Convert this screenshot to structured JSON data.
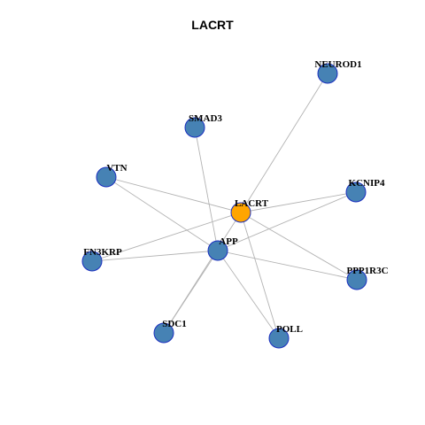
{
  "title": "LACRT",
  "colors": {
    "hub_fill": "#ffa500",
    "node_fill": "#4682b4",
    "node_stroke": "#1a2fbf",
    "edge": "#b3b3b3"
  },
  "graph": {
    "hub": "LACRT",
    "nodes": [
      {
        "id": "NEUROD1",
        "label": "NEUROD1",
        "type": "neighbor"
      },
      {
        "id": "SMAD3",
        "label": "SMAD3",
        "type": "neighbor"
      },
      {
        "id": "VTN",
        "label": "VTN",
        "type": "neighbor"
      },
      {
        "id": "KCNIP4",
        "label": "KCNIP4",
        "type": "neighbor"
      },
      {
        "id": "LACRT",
        "label": "LACRT",
        "type": "hub"
      },
      {
        "id": "APP",
        "label": "APP",
        "type": "neighbor"
      },
      {
        "id": "FN3KRP",
        "label": "FN3KRP",
        "type": "neighbor"
      },
      {
        "id": "PPP1R3C",
        "label": "PPP1R3C",
        "type": "neighbor"
      },
      {
        "id": "SDC1",
        "label": "SDC1",
        "type": "neighbor"
      },
      {
        "id": "POLL",
        "label": "POLL",
        "type": "neighbor"
      }
    ],
    "edges": [
      [
        "LACRT",
        "NEUROD1"
      ],
      [
        "LACRT",
        "VTN"
      ],
      [
        "LACRT",
        "KCNIP4"
      ],
      [
        "LACRT",
        "FN3KRP"
      ],
      [
        "LACRT",
        "PPP1R3C"
      ],
      [
        "LACRT",
        "SDC1"
      ],
      [
        "LACRT",
        "POLL"
      ],
      [
        "APP",
        "SMAD3"
      ],
      [
        "APP",
        "VTN"
      ],
      [
        "APP",
        "KCNIP4"
      ],
      [
        "APP",
        "FN3KRP"
      ],
      [
        "APP",
        "PPP1R3C"
      ],
      [
        "APP",
        "SDC1"
      ],
      [
        "APP",
        "POLL"
      ]
    ]
  }
}
